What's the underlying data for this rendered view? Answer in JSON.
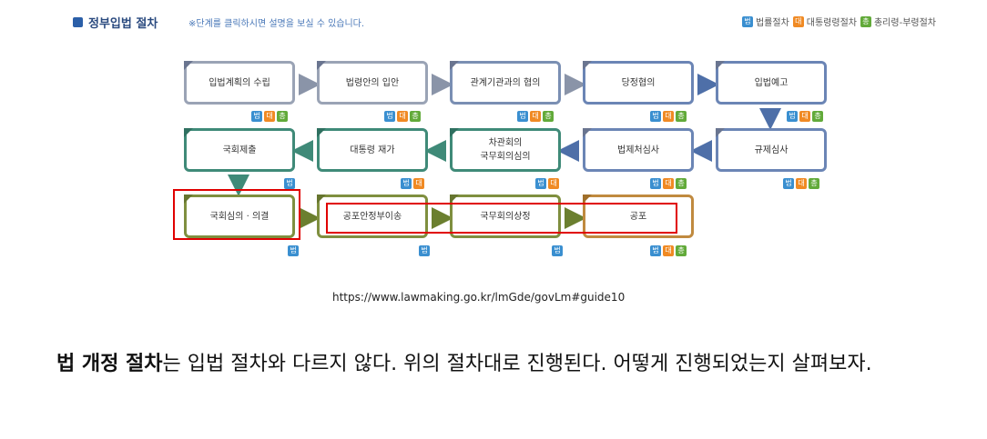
{
  "header": {
    "title": "정부입법 절차",
    "note": "※단계를 클릭하시면 설명을 보실 수 있습니다."
  },
  "legend": [
    {
      "badge": "법",
      "label": "법률절차",
      "color": "#3a8fd0"
    },
    {
      "badge": "대",
      "label": "대통령령절차",
      "color": "#f08a24"
    },
    {
      "badge": "총",
      "label": "총리령-부령절차",
      "color": "#62aa3a"
    }
  ],
  "steps": [
    {
      "label": "입법계획의 수립",
      "badges": [
        "법",
        "대",
        "총"
      ]
    },
    {
      "label": "법령안의 입안",
      "badges": [
        "법",
        "대",
        "총"
      ]
    },
    {
      "label": "관계기관과의 협의",
      "badges": [
        "법",
        "대",
        "총"
      ]
    },
    {
      "label": "당정협의",
      "badges": [
        "법",
        "대",
        "총"
      ]
    },
    {
      "label": "입법예고",
      "badges": [
        "법",
        "대",
        "총"
      ]
    },
    {
      "label": "규제심사",
      "badges": [
        "법",
        "대",
        "총"
      ]
    },
    {
      "label": "법제처심사",
      "badges": [
        "법",
        "대",
        "총"
      ]
    },
    {
      "label": "차관회의\n국무회의심의",
      "badges": [
        "법",
        "대"
      ]
    },
    {
      "label": "대통령 재가",
      "badges": [
        "법",
        "대"
      ]
    },
    {
      "label": "국회제출",
      "badges": [
        "법"
      ]
    },
    {
      "label": "국회심의 · 의결",
      "badges": [
        "법"
      ]
    },
    {
      "label": "공포안정부이송",
      "badges": [
        "법"
      ]
    },
    {
      "label": "국무회의상정",
      "badges": [
        "법"
      ]
    },
    {
      "label": "공포",
      "badges": [
        "법",
        "대",
        "총"
      ]
    }
  ],
  "url": "https://www.lawmaking.go.kr/lmGde/govLm#guide10",
  "paragraph": {
    "bold": "법 개정 절차",
    "rest": "는 입법 절차와 다르지 않다.  위의 절차대로 진행된다. 어떻게 진행되었는지 살펴보자."
  }
}
